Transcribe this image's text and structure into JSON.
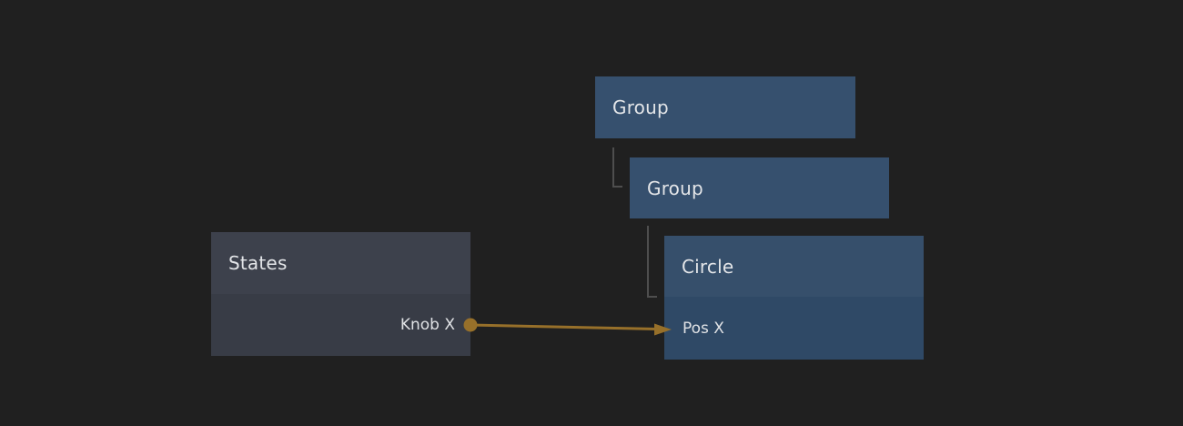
{
  "canvas": {
    "background": "#202020"
  },
  "nodes": {
    "group_outer": {
      "label": "Group"
    },
    "group_inner": {
      "label": "Group"
    },
    "circle": {
      "title": "Circle",
      "property": "Pos X"
    },
    "states": {
      "title": "States",
      "property": "Knob X"
    }
  },
  "connection": {
    "from_node": "States",
    "from_property": "Knob X",
    "to_node": "Circle",
    "to_property": "Pos X",
    "color": "#97702a"
  },
  "colors": {
    "group_node": "#36506e",
    "circle_header": "#364f6b",
    "circle_body": "#2f4966",
    "states_header": "#3d414c",
    "states_body": "#383c46",
    "tree_line": "#4e4e4e",
    "text": "#e3e5e8",
    "wire": "#97702a"
  }
}
